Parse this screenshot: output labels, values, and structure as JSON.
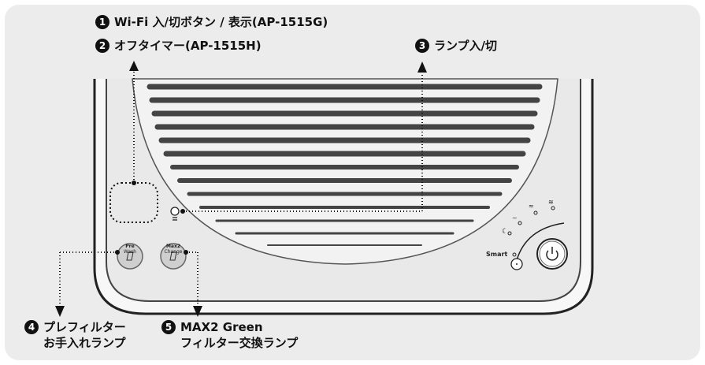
{
  "callouts": [
    {
      "num": "1",
      "lines": [
        "Wi-Fi 入/切ボタン / 表示(AP-1515G)"
      ]
    },
    {
      "num": "2",
      "lines": [
        "オフタイマー(AP-1515H)"
      ]
    },
    {
      "num": "3",
      "lines": [
        "ランプ入/切"
      ]
    },
    {
      "num": "4",
      "lines": [
        "プレフィルター",
        "お手入れランプ"
      ]
    },
    {
      "num": "5",
      "lines": [
        "MAX2 Green",
        "フィルター交換ランプ"
      ]
    }
  ],
  "device": {
    "prewash_label": [
      "Pre",
      "Wash"
    ],
    "maxchange_label": [
      "Max2",
      "Change"
    ],
    "smart_label": "Smart"
  }
}
